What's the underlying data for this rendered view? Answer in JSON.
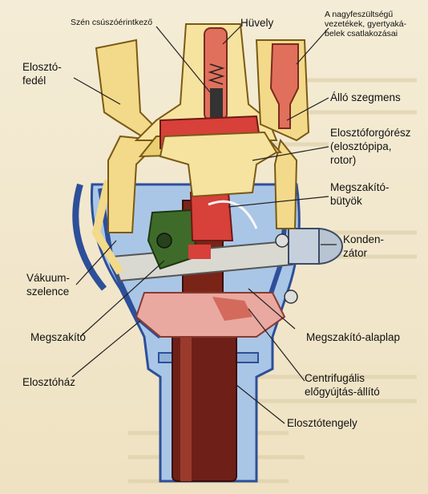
{
  "diagram": {
    "labels": {
      "szen": "Szén csúszóérintkező",
      "huvely": "Hüvely",
      "nagyfesz": "A nagyfeszültségű\nvezetékek, gyertyaká-\nbelek csatlakozásai",
      "elosztofedel": "Elosztó-\nfedél",
      "allo": "Álló szegmens",
      "forgo": "Elosztóforgórész\n(elosztópipa,\nrotor)",
      "butyok": "Megszakító-\nbütyök",
      "kondenzator": "Konden-\nzátor",
      "vakuum": "Vákuum-\nszelence",
      "megszakito": "Megszakító",
      "alaplap": "Megszakító-alaplap",
      "elosztohaz": "Elosztóház",
      "centrifugalis": "Centrifugális\nelőgyújtás-állító",
      "tengely": "Elosztótengely"
    },
    "colors": {
      "cap": "#f3d98a",
      "housing": "#aac6e6",
      "housing_edge": "#2d4f9a",
      "shaft": "#6e2018",
      "red": "#d8403a",
      "green": "#3f6b2a",
      "pink": "#e9a8a0",
      "background": "#f2e7cb"
    }
  }
}
